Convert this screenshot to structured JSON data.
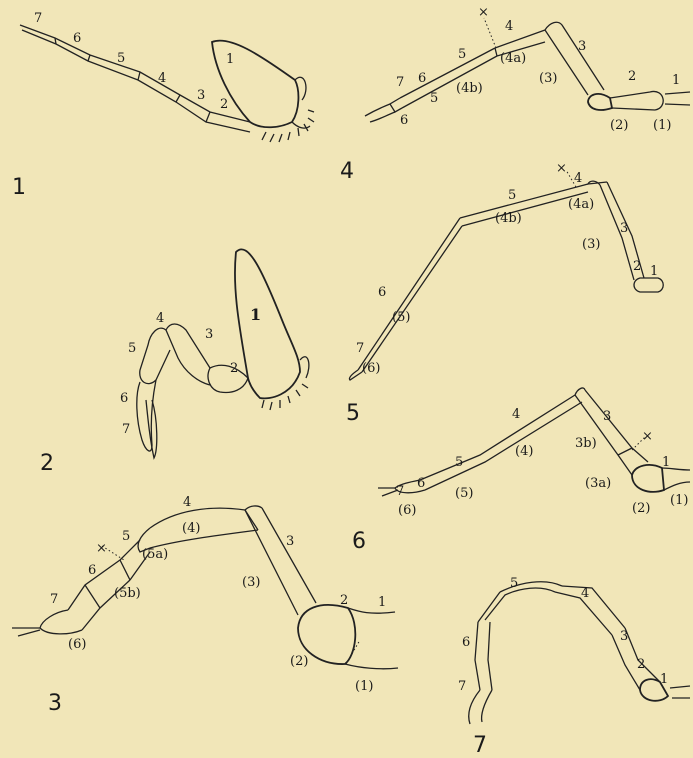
{
  "figures": [
    {
      "number": "1",
      "labels": [
        "7",
        "6",
        "5",
        "4",
        "3",
        "2",
        "1"
      ]
    },
    {
      "number": "2",
      "labels": [
        "1",
        "2",
        "3",
        "4",
        "5",
        "6",
        "7"
      ]
    },
    {
      "number": "3",
      "labels": [
        "1",
        "2",
        "3",
        "4",
        "5",
        "6",
        "7",
        "(1)",
        "(2)",
        "(3)",
        "(4)",
        "(5a)",
        "(5b)",
        "(6)",
        "×"
      ]
    },
    {
      "number": "4",
      "labels": [
        "1",
        "2",
        "3",
        "4",
        "5",
        "6",
        "7",
        "5",
        "6",
        "(1)",
        "(2)",
        "(3)",
        "(4a)",
        "(4b)",
        "×"
      ]
    },
    {
      "number": "5",
      "labels": [
        "1",
        "2",
        "3",
        "4",
        "5",
        "6",
        "7",
        "(3)",
        "(4a)",
        "(4b)",
        "(5)",
        "(6)",
        "×"
      ]
    },
    {
      "number": "6",
      "labels": [
        "1",
        "3",
        "3b)",
        "4",
        "5",
        "6",
        "7",
        "(1)",
        "(2)",
        "(3a)",
        "(4)",
        "(5)",
        "(6)",
        "×"
      ]
    },
    {
      "number": "7",
      "labels": [
        "1",
        "2",
        "3",
        "4",
        "5",
        "6",
        "7"
      ]
    }
  ],
  "colors": {
    "paper": "#f1e6b8",
    "ink": "#222222"
  }
}
